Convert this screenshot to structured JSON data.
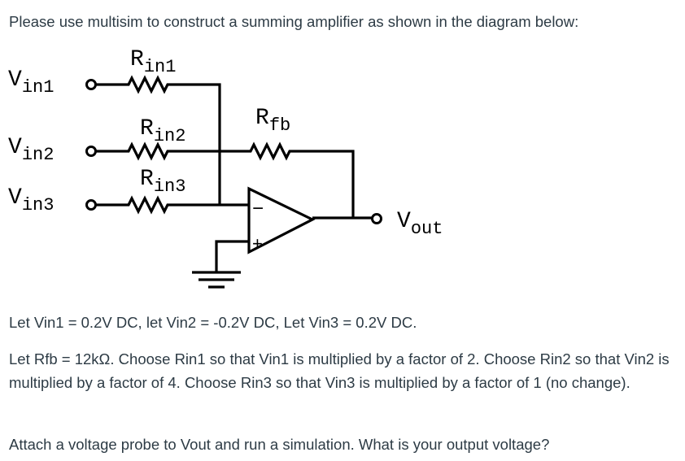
{
  "intro": "Please use multisim to construct a summing amplifier as shown in the diagram below:",
  "circuit": {
    "vin1": {
      "main": "V",
      "sub": "in1"
    },
    "vin2": {
      "main": "V",
      "sub": "in2"
    },
    "vin3": {
      "main": "V",
      "sub": "in3"
    },
    "rin1": {
      "main": "R",
      "sub": "in1"
    },
    "rin2": {
      "main": "R",
      "sub": "in2"
    },
    "rin3": {
      "main": "R",
      "sub": "in3"
    },
    "rfb": {
      "main": "R",
      "sub": "fb"
    },
    "vout": {
      "main": "V",
      "sub": "out"
    },
    "minus": "−",
    "plus": "+"
  },
  "paragraphs": [
    "Let Vin1 = 0.2V DC, let Vin2 = -0.2V DC, Let Vin3 = 0.2V DC.",
    "Let Rfb = 12kΩ.  Choose Rin1 so that Vin1 is multiplied by a factor of 2.  Choose Rin2 so that Vin2 is multiplied by a factor of 4.  Choose Rin3 so that Vin3 is multiplied by a factor of 1 (no change).",
    "Attach a voltage probe to Vout and run a simulation.  What is your output voltage?"
  ]
}
